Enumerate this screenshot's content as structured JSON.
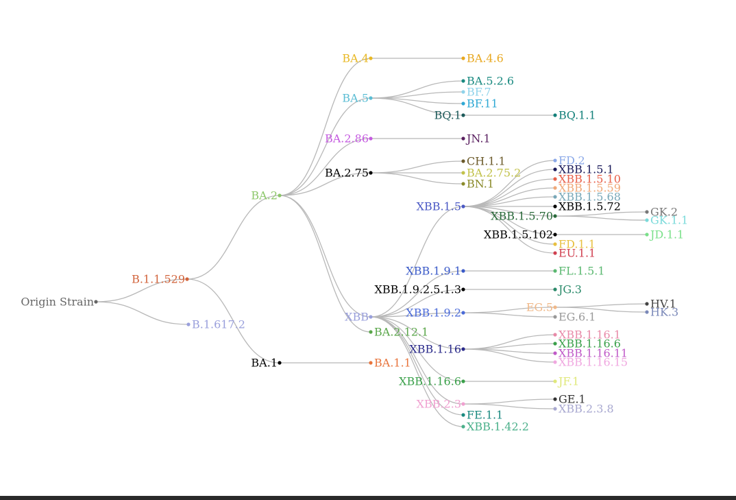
{
  "tree": {
    "nodes": [
      {
        "id": "origin",
        "label": "Origin Strain",
        "color": "#666666"
      },
      {
        "id": "b11529",
        "label": "B.1.1.529",
        "color": "#d2643c",
        "parent": "origin"
      },
      {
        "id": "b16172",
        "label": "B.1.617.2",
        "color": "#9aa0dc",
        "parent": "origin"
      },
      {
        "id": "ba2",
        "label": "BA.2",
        "color": "#8cc76a",
        "parent": "b11529"
      },
      {
        "id": "ba1",
        "label": "BA.1",
        "color": "#000000",
        "parent": "b11529"
      },
      {
        "id": "ba4",
        "label": "BA.4",
        "color": "#e8b824",
        "parent": "ba2"
      },
      {
        "id": "ba5",
        "label": "BA.5",
        "color": "#5bbdd4",
        "parent": "ba2"
      },
      {
        "id": "ba286",
        "label": "BA.2.86",
        "color": "#c55be0",
        "parent": "ba2"
      },
      {
        "id": "ba275",
        "label": "BA.2.75",
        "color": "#000000",
        "parent": "ba2"
      },
      {
        "id": "xbb",
        "label": "XBB",
        "color": "#9aa0dc",
        "parent": "ba2"
      },
      {
        "id": "ba2121",
        "label": "BA.2.12.1",
        "color": "#5aa64a",
        "parent": "ba2"
      },
      {
        "id": "ba11",
        "label": "BA.1.1",
        "color": "#e8743c",
        "parent": "ba1"
      },
      {
        "id": "ba46",
        "label": "BA.4.6",
        "color": "#e8a820",
        "parent": "ba4"
      },
      {
        "id": "ba526",
        "label": "BA.5.2.6",
        "color": "#1a8a80",
        "parent": "ba5"
      },
      {
        "id": "bf7",
        "label": "BF.7",
        "color": "#8fd3ea",
        "parent": "ba5"
      },
      {
        "id": "bf11",
        "label": "BF.11",
        "color": "#2ea8d4",
        "parent": "ba5"
      },
      {
        "id": "bq1",
        "label": "BQ.1",
        "color": "#1d5a5a",
        "parent": "ba5"
      },
      {
        "id": "bq11",
        "label": "BQ.1.1",
        "color": "#13807a",
        "parent": "bq1"
      },
      {
        "id": "jn1",
        "label": "JN.1",
        "color": "#5a2060",
        "parent": "ba286"
      },
      {
        "id": "ch11",
        "label": "CH.1.1",
        "color": "#6b5a2a",
        "parent": "ba275"
      },
      {
        "id": "ba2752",
        "label": "BA.2.75.2",
        "color": "#c2c24a",
        "parent": "ba275"
      },
      {
        "id": "bn1",
        "label": "BN.1",
        "color": "#8a8a2a",
        "parent": "ba275"
      },
      {
        "id": "xbb15",
        "label": "XBB.1.5",
        "color": "#4a58c4",
        "parent": "xbb"
      },
      {
        "id": "xbb191",
        "label": "XBB.1.9.1",
        "color": "#3a5ac8",
        "parent": "xbb"
      },
      {
        "id": "xbb19251",
        "label": "XBB.1.9.2.5.1.3",
        "color": "#000000",
        "parent": "xbb"
      },
      {
        "id": "xbb192",
        "label": "XBB.1.9.2",
        "color": "#4a6ad8",
        "parent": "xbb"
      },
      {
        "id": "xbb116",
        "label": "XBB.1.16",
        "color": "#2a2a8a",
        "parent": "xbb"
      },
      {
        "id": "xbb1166b",
        "label": "XBB.1.16.6",
        "color": "#3aa04a",
        "parent": "xbb"
      },
      {
        "id": "xbb23",
        "label": "XBB.2.3",
        "color": "#f0a0d0",
        "parent": "xbb"
      },
      {
        "id": "fe11",
        "label": "FE.1.1",
        "color": "#1a8a80",
        "parent": "xbb"
      },
      {
        "id": "xbb1422",
        "label": "XBB.1.42.2",
        "color": "#4ab08a",
        "parent": "xbb"
      },
      {
        "id": "fd2",
        "label": "FD.2",
        "color": "#8aa8e8",
        "parent": "xbb15"
      },
      {
        "id": "xbb151",
        "label": "XBB.1.5.1",
        "color": "#1a1a5a",
        "parent": "xbb15"
      },
      {
        "id": "xbb1510",
        "label": "XBB.1.5.10",
        "color": "#e8604a",
        "parent": "xbb15"
      },
      {
        "id": "xbb1559",
        "label": "XBB.1.5.59",
        "color": "#f0a878",
        "parent": "xbb15"
      },
      {
        "id": "xbb1568",
        "label": "XBB.1.5.68",
        "color": "#78a8b8",
        "parent": "xbb15"
      },
      {
        "id": "xbb1572",
        "label": "XBB.1.5.72",
        "color": "#000000",
        "parent": "xbb15"
      },
      {
        "id": "xbb1570",
        "label": "XBB.1.5.70",
        "color": "#2a6a3a",
        "parent": "xbb15"
      },
      {
        "id": "xbb15102",
        "label": "XBB.1.5.102",
        "color": "#000000",
        "parent": "xbb15"
      },
      {
        "id": "fd11",
        "label": "FD.1.1",
        "color": "#e8c040",
        "parent": "xbb15"
      },
      {
        "id": "eu11",
        "label": "EU.1.1",
        "color": "#d04050",
        "parent": "xbb15"
      },
      {
        "id": "gk2",
        "label": "GK.2",
        "color": "#777777",
        "parent": "xbb1570"
      },
      {
        "id": "gk11",
        "label": "GK.1.1",
        "color": "#7adada",
        "parent": "xbb1570"
      },
      {
        "id": "jd11",
        "label": "JD.1.1",
        "color": "#7ae08a",
        "parent": "xbb15102"
      },
      {
        "id": "fl151",
        "label": "FL.1.5.1",
        "color": "#5ab870",
        "parent": "xbb191"
      },
      {
        "id": "jg3",
        "label": "JG.3",
        "color": "#2a8a6a",
        "parent": "xbb19251"
      },
      {
        "id": "eg5",
        "label": "EG.5",
        "color": "#f0b888",
        "parent": "xbb192"
      },
      {
        "id": "eg61",
        "label": "EG.6.1",
        "color": "#999999",
        "parent": "xbb192"
      },
      {
        "id": "hv1",
        "label": "HV.1",
        "color": "#444444",
        "parent": "eg5"
      },
      {
        "id": "hk3",
        "label": "HK.3",
        "color": "#7a88b8",
        "parent": "eg5"
      },
      {
        "id": "xbb1161",
        "label": "XBB.1.16.1",
        "color": "#e88aa8",
        "parent": "xbb116"
      },
      {
        "id": "xbb1166",
        "label": "XBB.1.16.6",
        "color": "#3aa04a",
        "parent": "xbb116"
      },
      {
        "id": "xbb11611",
        "label": "XBB.1.16.11",
        "color": "#c05ac8",
        "parent": "xbb116"
      },
      {
        "id": "xbb11615",
        "label": "XBB.1.16.15",
        "color": "#f0a8e0",
        "parent": "xbb116"
      },
      {
        "id": "jf1",
        "label": "JF.1",
        "color": "#e0e87a",
        "parent": "xbb1166b"
      },
      {
        "id": "ge1",
        "label": "GE.1",
        "color": "#333333",
        "parent": "xbb23"
      },
      {
        "id": "xbb238",
        "label": "XBB.2.3.8",
        "color": "#a8a8d0",
        "parent": "xbb23"
      }
    ]
  }
}
